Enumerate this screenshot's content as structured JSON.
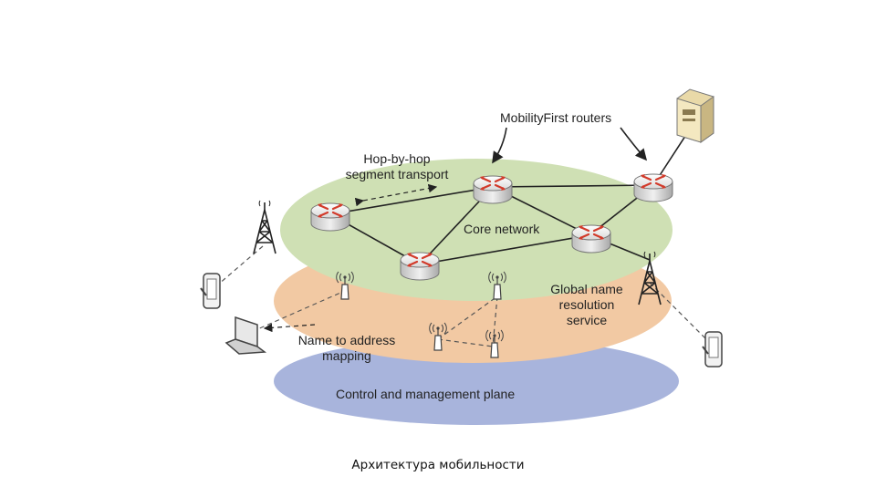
{
  "labels": {
    "routers": "MobilityFirst routers",
    "hop_line1": "Hop-by-hop",
    "hop_line2": "segment transport",
    "core": "Core network",
    "gnrs_line1": "Global name",
    "gnrs_line2": "resolution",
    "gnrs_line3": "service",
    "name_line1": "Name to address",
    "name_line2": "mapping",
    "control": "Control and management plane"
  },
  "caption": "Архитектура мобильности",
  "colors": {
    "core_layer": "#cfe0b4",
    "gnrs_layer": "#f2c9a3",
    "control_layer": "#a8b4dc",
    "router_arrows": "#d23a2a"
  },
  "icons": [
    "router-icon",
    "server-icon",
    "cell-tower-icon",
    "wireless-access-point-icon",
    "handheld-device-icon",
    "laptop-icon"
  ]
}
